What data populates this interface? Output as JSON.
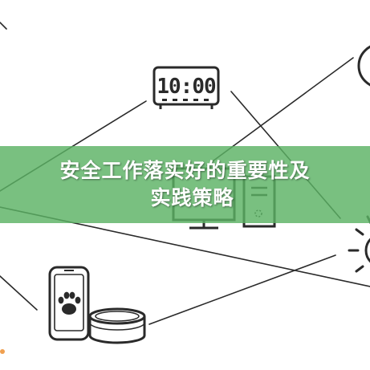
{
  "article": {
    "title_line1": "安全工作落实好的重要性及",
    "title_line2": "实践策略"
  },
  "illustration": {
    "clock_time": "10:00",
    "icons": [
      "digital-clock-icon",
      "desktop-computer-icon",
      "smartphone-paw-icon",
      "food-can-icon",
      "wall-clock-icon",
      "sun-icon"
    ]
  },
  "colors": {
    "banner": "#5cb264",
    "title_text": "#ffffff",
    "line_art": "#2a2a2a"
  }
}
